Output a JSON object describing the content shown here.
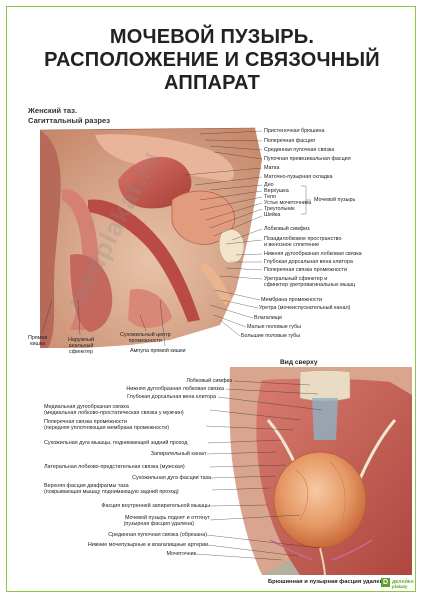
{
  "title": {
    "line1": "МОЧЕВОЙ ПУЗЫРЬ.",
    "line2": "РАСПОЛОЖЕНИЕ И СВЯЗОЧНЫЙ",
    "line3": "АППАРАТ"
  },
  "section1": {
    "subtitle1": "Женский таз.",
    "subtitle2": "Сагиттальный разрез",
    "right_labels": [
      "Пристеночная брюшина",
      "Поперечная фасция",
      "Срединная пупочная связка",
      "Пупочная превезикальная фасция",
      "Матка",
      "Маточно-пузырная складка",
      "Дно",
      "Верхушка",
      "Тело",
      "Устье мочеточника",
      "Треугольник",
      "Шейка",
      "Лобковый симфиз",
      "Позадилобковое пространство",
      "и венозное сплетение",
      "Нижняя дугообразная лобковая связка",
      "Глубокая дорсальная вена клитора",
      "Поперечная связка промежности",
      "Уретральный сфинктер и",
      "сфинктер уретровагинальных мышц",
      "Мембрана промежности",
      "Уретра (мочеиспускательный канал)",
      "Влагалище",
      "Малые половые губы",
      "Большие половые губы"
    ],
    "bladder_label": "Мочевой пузырь",
    "bottom_labels": {
      "rectum": [
        "Прямая",
        "кишка"
      ],
      "anal": [
        "Наружный",
        "анальный",
        "сфинктер"
      ],
      "perineum": [
        "Сухожильный центр",
        "промежности"
      ],
      "ampulla": "Ампула прямой кишки"
    }
  },
  "section2": {
    "view_title": "Вид сверху",
    "caption": "Брюшинная и пузырная фасция удалены",
    "labels": [
      "Лобковый симфиз",
      "Нижняя дугообразная лобковая связка",
      "Глубокая дорсальная вена клитора",
      "Медиальная дугообразная связка",
      "(медиальная лобково-простатическая связка у мужчин)",
      "Поперечная связка промежности",
      "(передняя уплотняющая мембрана промежности)",
      "Сухожильная дуга мышцы, поднимающей задний проход",
      "Запирательный канал",
      "Латеральная лобково-предстательная связка (мужская)",
      "Сухожильная дуга фасции таза",
      "Верхняя фасция диафрагмы таза",
      "(покрывающая мышцу поднимающую задний проход)",
      "Фасция внутренней запирательной мышцы",
      "Мочевой пузырь поднят и оттянут",
      "(пузырная фасция удалена)",
      "Срединная пупочная связка (обрезана)",
      "Нижние мочепузырные и влагалищные артерии",
      "Мочеточник"
    ]
  },
  "watermark": "medplakat.ru",
  "logo": {
    "mark": "D",
    "text1": "ДЕЛАЙКА",
    "text2": "plakaty"
  },
  "colors": {
    "frame": "#8dc63f",
    "flesh": "#e8a489",
    "muscle": "#c7534a",
    "bone": "#eadcc4",
    "bladder": "#e9a071"
  }
}
